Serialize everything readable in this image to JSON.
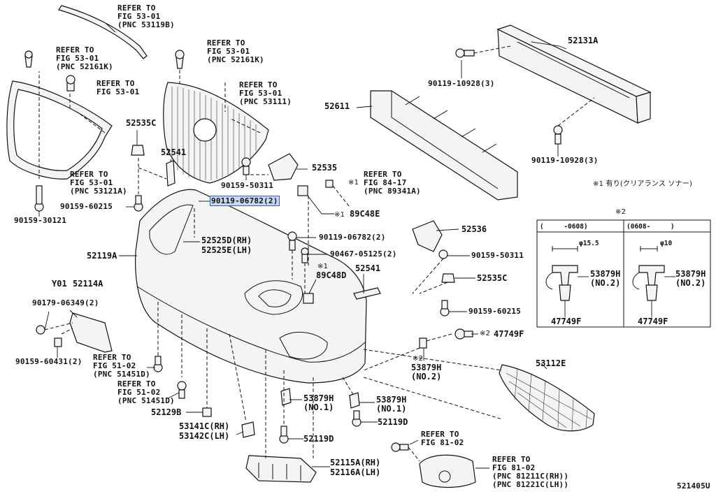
{
  "diagram": {
    "code": "521405U",
    "labels": {
      "ref_53119b": "REFER TO\nFIG 53-01\n(PNC 53119B)",
      "ref_52161k_a": "REFER TO\nFIG 53-01\n(PNC 52161K)",
      "ref_52161k_b": "REFER TO\nFIG 53-01\n(PNC 52161K)",
      "ref_5301_a": "REFER TO\nFIG 53-01",
      "ref_53111": "REFER TO\nFIG 53-01\n(PNC 53111)",
      "ref_53121a": "REFER TO\nFIG 53-01\n(PNC 53121A)",
      "ref_89341a": "REFER TO\nFIG 84-17\n(PNC 89341A)",
      "ref_51451d_a": "REFER TO\nFIG 51-02\n(PNC 51451D)",
      "ref_51451d_b": "REFER TO\nFIG 51-02\n(PNC 51451D)",
      "ref_8102_a": "REFER TO\nFIG 81-02",
      "ref_8102_b": "REFER TO\nFIG 81-02\n(PNC 81211C(RH))\n(PNC 81221C(LH))",
      "p52131a": "52131A",
      "p52611": "52611",
      "p90119_10928_a": "90119-10928(3)",
      "p90119_10928_b": "90119-10928(3)",
      "p52535c_a": "52535C",
      "p52541_a": "52541",
      "p52535": "52535",
      "p90159_50311_a": "90159-50311",
      "p90159_60215_a": "90159-60215",
      "p90159_30121": "90159-30121",
      "p90119_06782_hl": "90119-06782(2)",
      "mark1_a": "※1",
      "p89c48e": "89C48E",
      "mark1_b": "※1",
      "p52525d": "52525D(RH)",
      "p52525e": "52525E(LH)",
      "p52119a": "52119A",
      "p90119_06782": "90119-06782(2)",
      "p90467": "90467-05125(2)",
      "p52536": "52536",
      "p90159_50311_b": "90159-50311",
      "mark1_c": "※1",
      "p89c48d": "89C48D",
      "p52541_b": "52541",
      "p52535c_b": "52535C",
      "p90159_60215_b": "90159-60215",
      "mark2_a": "※2",
      "p47749f": "47749F",
      "mark2_b": "※2",
      "p53879h_no2": "53879H\n(NO.2)",
      "py01": "Y01",
      "p52114a": "52114A",
      "p90179": "90179-06349(2)",
      "p90159_60431": "90159-60431(2)",
      "p52129b": "52129B",
      "p53141c": "53141C(RH)",
      "p53142c": "53142C(LH)",
      "p53879h_no1_a": "53879H\n(NO.1)",
      "p53879h_no1_b": "53879H\n(NO.1)",
      "p52119d_a": "52119D",
      "p52119d_b": "52119D",
      "p52115a": "52115A(RH)",
      "p52116a": "52116A(LH)",
      "p53112e": "53112E",
      "note1": "※1 有り(クリアランス ソナー)",
      "box_mark": "※2",
      "box_col1": "(     -0608)",
      "box_col2": "(0608-     )",
      "box_phi1": "φ15.5",
      "box_phi2": "φ10",
      "box_53879h_a": "53879H\n(NO.2)",
      "box_53879h_b": "53879H\n(NO.2)",
      "box_47749f_a": "47749F",
      "box_47749f_b": "47749F"
    }
  }
}
